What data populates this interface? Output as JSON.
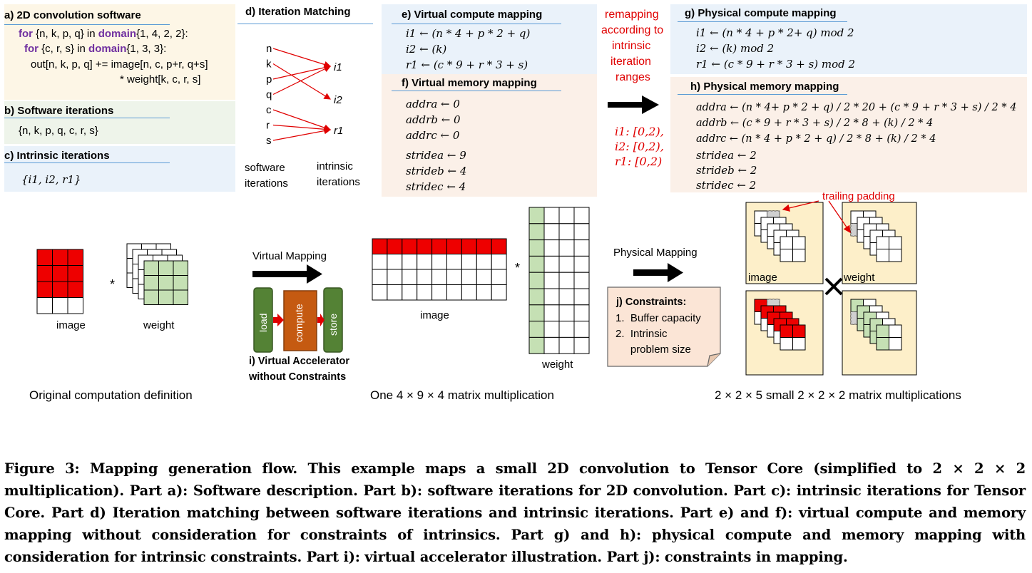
{
  "panel_a": {
    "title": "a) 2D convolution software",
    "for_kw_1": "for",
    "loop1_vars": " {n, k, p, q} in ",
    "domain_kw_1": "domain",
    "loop1_dims": "{1, 4, 2, 2}:",
    "for_kw_2": "for",
    "loop2_vars": " {c, r, s} in ",
    "domain_kw_2": "domain",
    "loop2_dims": "{1, 3, 3}:",
    "stmt1": "out[n, k, p, q] += image[n, c, p+r, q+s]",
    "stmt2": "* weight[k, c, r, s]"
  },
  "panel_b": {
    "title": "b) Software iterations",
    "content": "{n, k, p, q, c, r, s}"
  },
  "panel_c": {
    "title": "c) Intrinsic iterations",
    "content": "{i1, i2, r1}"
  },
  "panel_d": {
    "title": "d) Iteration Matching",
    "software_iters": [
      "n",
      "k",
      "p",
      "q",
      "c",
      "r",
      "s"
    ],
    "intrinsic_iters": [
      "i1",
      "i2",
      "r1"
    ],
    "label_software_1": "software",
    "label_software_2": "iterations",
    "label_intrinsic_1": "intrinsic",
    "label_intrinsic_2": "iterations"
  },
  "panel_e": {
    "title": "e) Virtual compute mapping",
    "lines": [
      "i1 ← (n * 4 + p * 2 + q)",
      "i2 ← (k)",
      "r1 ← (c * 9 + r * 3 + s)"
    ]
  },
  "panel_f": {
    "title": "f) Virtual memory mapping",
    "lines": [
      "addra ← 0",
      "addrb ← 0",
      "addrc ← 0",
      "stridea ← 9",
      "strideb ← 4",
      "stridec ← 4"
    ]
  },
  "remap": {
    "text_lines": [
      "remapping",
      "according to",
      "intrinsic",
      "iteration",
      "ranges"
    ],
    "ranges": [
      "i1: [0,2),",
      "i2: [0,2),",
      "r1: [0,2)"
    ]
  },
  "panel_g": {
    "title": "g) Physical compute mapping",
    "lines": [
      "i1 ← (n * 4 + p * 2+ q) mod 2",
      "i2 ← (k) mod 2",
      "r1 ← (c * 9 + r * 3 + s) mod 2"
    ]
  },
  "panel_h": {
    "title": "h) Physical memory mapping",
    "lines": [
      "addra ← (n * 4+ p * 2 + q) / 2 * 20 + (c * 9 + r * 3 + s) / 2 * 4",
      "addrb ← (c * 9 + r * 3 + s) / 2 * 8 + (k) / 2 * 4",
      "addrc ← (n * 4 + p * 2 + q) / 2 * 8 + (k) / 2 * 4",
      "stridea ← 2",
      "strideb ← 2",
      "stridec ← 2"
    ]
  },
  "bottom": {
    "left_image_label": "image",
    "left_weight_label": "weight",
    "left_op": "*",
    "virtual_mapping": "Virtual Mapping",
    "load": "load",
    "compute": "compute",
    "store": "store",
    "accel_caption_1": "i) Virtual Accelerator",
    "accel_caption_2": "without Constraints",
    "mid_image_label": "image",
    "mid_weight_label": "weight",
    "mid_op": "*",
    "physical_mapping": "Physical Mapping",
    "constraints_title": "j) Constraints:",
    "constraints": [
      "1.  Buffer capacity",
      "2.  Intrinsic",
      "     problem size"
    ],
    "trailing_padding": "trailing padding",
    "right_image_label": "image",
    "right_weight_label": "weight",
    "caption_left": "Original computation definition",
    "caption_mid": "One 4 × 9 × 4 matrix multiplication",
    "caption_right": "2 × 2 × 5 small 2 × 2 × 2 matrix multiplications"
  },
  "figure_caption": "Figure 3: Mapping generation flow. This example maps a small 2D convolution to Tensor Core (simplified to 2 × 2 × 2 multiplication). Part a): Software description. Part b): software iterations for 2D convolution. Part c): intrinsic iterations for Tensor Core. Part d) Iteration matching between software iterations and intrinsic iterations. Part e) and f): virtual compute and memory mapping without consideration for constraints of intrinsics. Part g) and h): physical compute and memory mapping with consideration for intrinsic constraints. Part i): virtual accelerator illustration. Part j): constraints in mapping.",
  "colors": {
    "red_fill": "#ee0000",
    "green_fill": "#c5e0b4",
    "orange_compute": "#c55a11",
    "green_unit": "#548235",
    "purple_keyword": "#7030a0",
    "red_text": "#e00000",
    "underline_blue": "#5b9bd5"
  }
}
